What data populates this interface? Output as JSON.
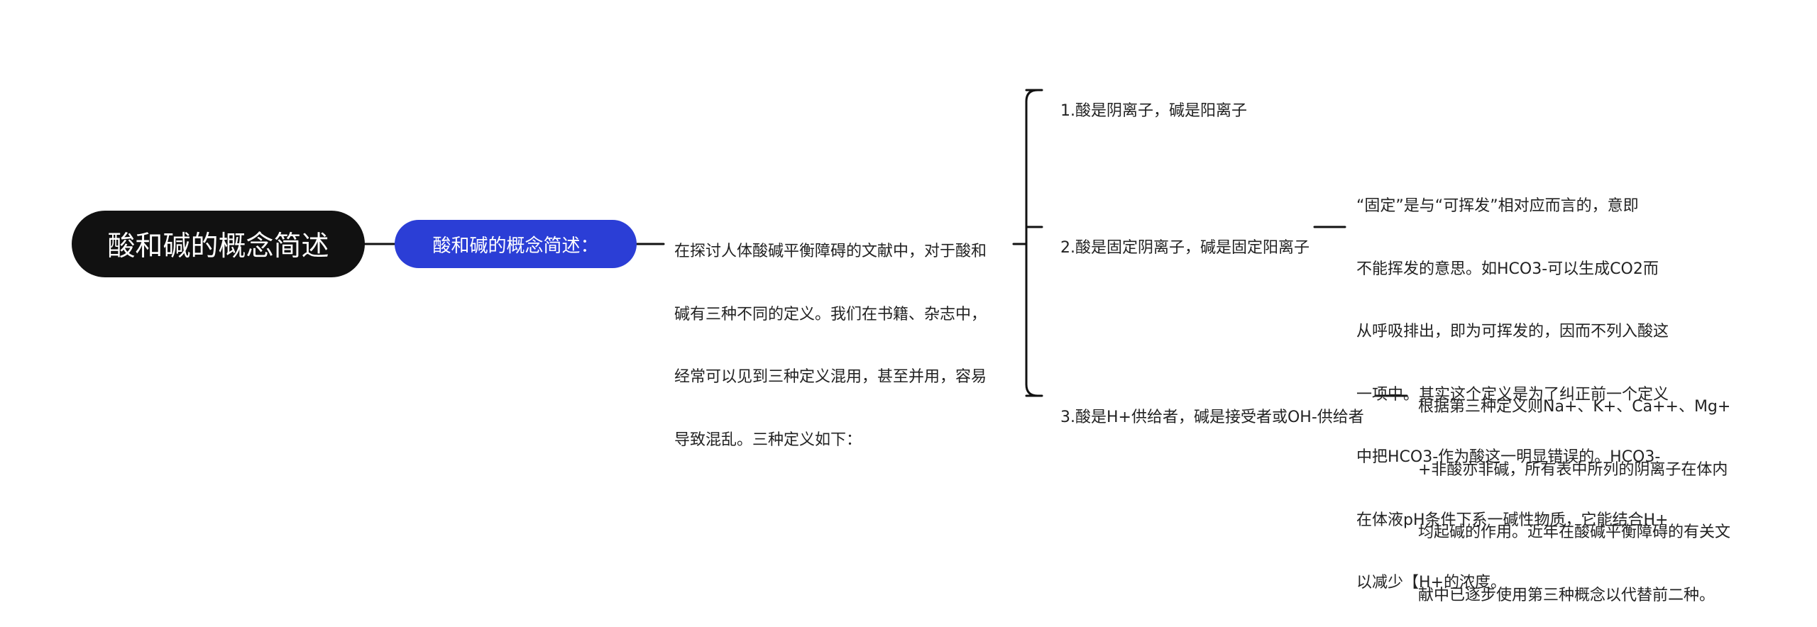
{
  "root": {
    "label": "酸和碱的概念简述"
  },
  "branch": {
    "label": "酸和碱的概念简述："
  },
  "intro": {
    "lines": [
      "在探讨人体酸碱平衡障碍的文献中，对于酸和",
      "碱有三种不同的定义。我们在书籍、杂志中，",
      "经常可以见到三种定义混用，甚至并用，容易",
      "导致混乱。三种定义如下："
    ]
  },
  "definitions": [
    {
      "label": "1.酸是阴离子，碱是阳离子"
    },
    {
      "label": "2.酸是固定阴离子，碱是固定阳离子"
    },
    {
      "label": "3.酸是H+供给者，碱是接受者或OH-供给者"
    }
  ],
  "notes": {
    "fixed": {
      "lines": [
        "“固定”是与“可挥发”相对应而言的，意即",
        "不能挥发的意思。如HCO3-可以生成CO2而",
        "从呼吸排出，即为可挥发的，因而不列入酸这",
        "一项中。其实这个定义是为了纠正前一个定义",
        "中把HCO3-作为酸这一明显错误的。HCO3-",
        "在体液pH条件下系一碱性物质，它能结合H+",
        "以减少【H+的浓度。"
      ]
    },
    "third": {
      "lines": [
        "根据第三种定义则Na+、K+、Ca++、Mg+",
        "+非酸亦非碱，所有表中所列的阴离子在体内",
        "均起碱的作用。近年在酸碱平衡障碍的有关文",
        "献中已逐步使用第三种概念以代替前二种。"
      ]
    }
  },
  "colors": {
    "root_bg": "#111111",
    "branch_bg": "#2b3ed6",
    "line": "#111111",
    "text": "#222222"
  }
}
